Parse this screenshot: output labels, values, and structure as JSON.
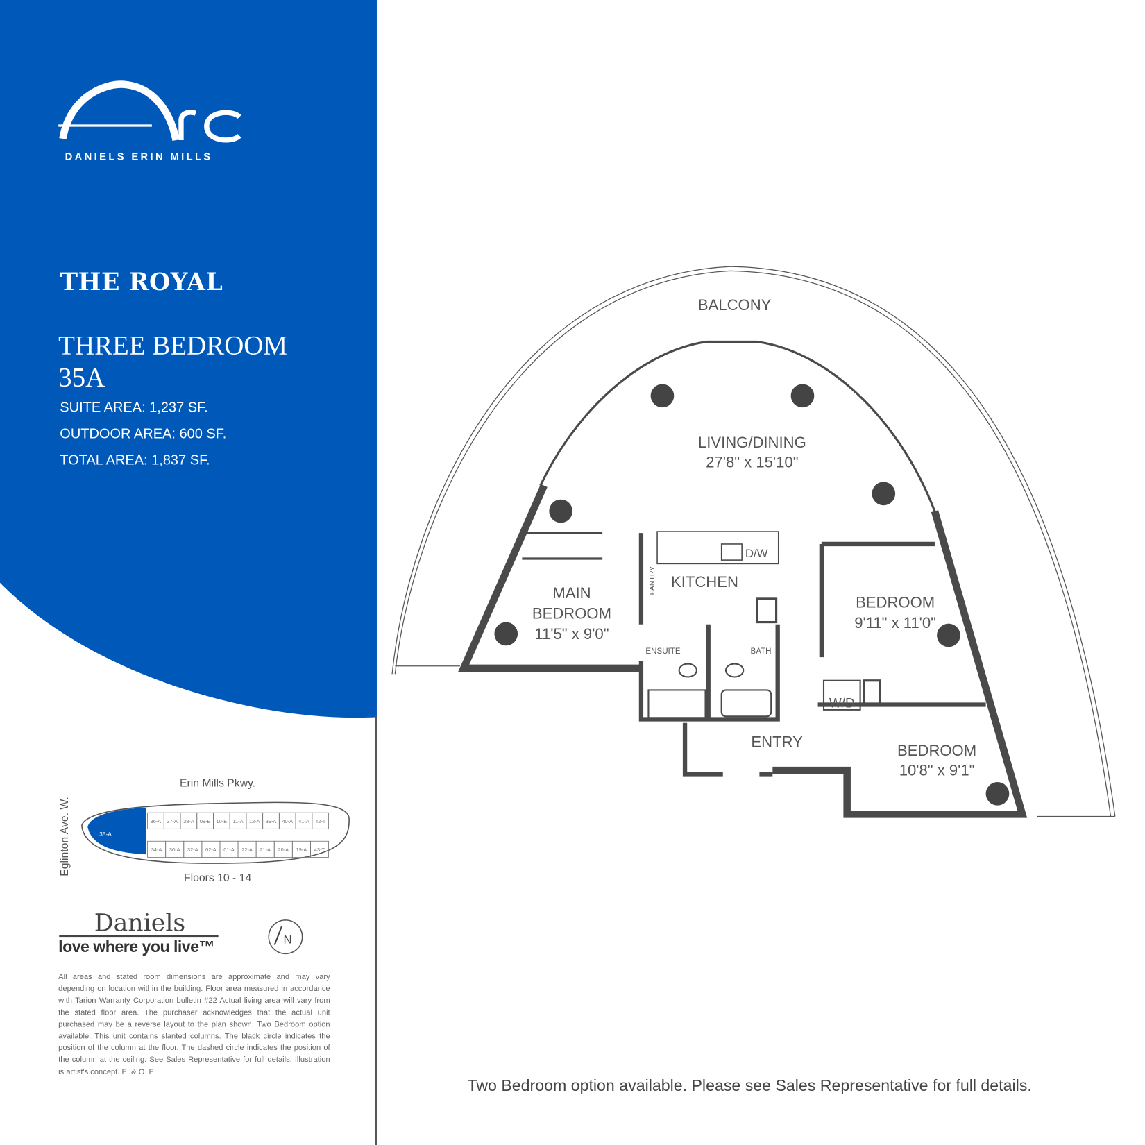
{
  "logo": {
    "wordmark": "Arc",
    "subtitle": "DANIELS ERIN MILLS"
  },
  "collection": "THE ROYAL",
  "suite": {
    "type": "THREE BEDROOM",
    "model": "35A",
    "suite_area": "SUITE AREA: 1,237 SF.",
    "outdoor_area": "OUTDOOR AREA: 600 SF.",
    "total_area": "TOTAL AREA: 1,837 SF."
  },
  "colors": {
    "brand_blue": "#0058b9",
    "wall": "#4a4a4a"
  },
  "floor_plan": {
    "balcony": "BALCONY",
    "living_dining": {
      "name": "LIVING/DINING",
      "dims": "27'8\" x 15'10\""
    },
    "main_bedroom": {
      "name_1": "MAIN",
      "name_2": "BEDROOM",
      "dims": "11'5\" x 9'0\""
    },
    "kitchen": "KITCHEN",
    "pantry": "PANTRY",
    "dw": "D/W",
    "ensuite": "ENSUITE",
    "bath": "BATH",
    "bedroom_2": {
      "name": "BEDROOM",
      "dims": "9'11\" x 11'0\""
    },
    "wd": "W/D",
    "entry": "ENTRY",
    "bedroom_3": {
      "name": "BEDROOM",
      "dims": "10'8\" x 9'1\""
    }
  },
  "key_plate": {
    "north_street": "Erin Mills Pkwy.",
    "west_street": "Eglinton Ave. W.",
    "floors": "Floors 10 - 14",
    "highlighted_unit": "35-A",
    "top_units": [
      "36-A",
      "37-A",
      "38-A",
      "09-E",
      "10-E",
      "11-A",
      "12-A",
      "39-A",
      "40-A",
      "41-A",
      "42-T"
    ],
    "bottom_units": [
      "34-A",
      "30-A",
      "32-A",
      "02-A",
      "01-A",
      "22-A",
      "21-A",
      "20-A",
      "19-A",
      "43-T"
    ]
  },
  "north_arrow": "N",
  "brand": {
    "name": "Daniels",
    "tagline": "love where you live™"
  },
  "disclaimer": "All areas and stated room dimensions are approximate and may vary depending on location within the building. Floor area measured in accordance with Tarion Warranty Corporation bulletin #22 Actual living area will vary from the stated floor area. The purchaser acknowledges that the actual unit purchased may be a reverse layout to the plan shown. Two Bedroom option available. This unit contains slanted columns. The black circle indicates the position of the column at the floor. The dashed circle indicates the position of the column at the ceiling. See Sales Representative for full details. Illustration is artist's concept. E. & O. E.",
  "footer_note": "Two Bedroom option available. Please see Sales Representative for full details."
}
